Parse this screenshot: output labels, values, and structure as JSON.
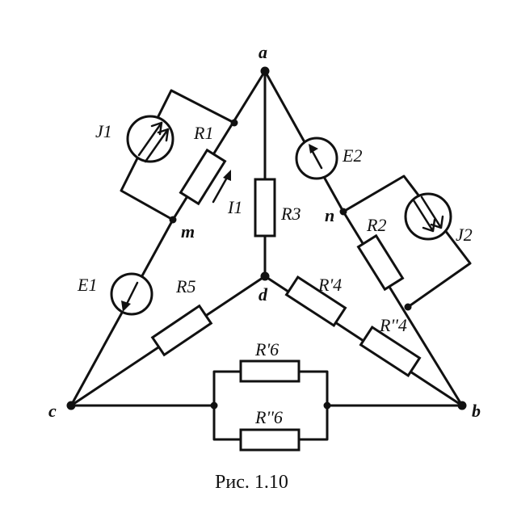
{
  "nodes": {
    "a": "a",
    "b": "b",
    "c": "c",
    "d": "d",
    "m": "m",
    "n": "n"
  },
  "components": {
    "J1": "J1",
    "R1": "R1",
    "I1": "I1",
    "E1": "E1",
    "E2": "E2",
    "R2": "R2",
    "J2": "J2",
    "R3": "R3",
    "R5": "R5",
    "R4p": "R'4",
    "R4pp": "R''4",
    "R6p": "R'6",
    "R6pp": "R''6"
  },
  "caption": "Рис. 1.10"
}
